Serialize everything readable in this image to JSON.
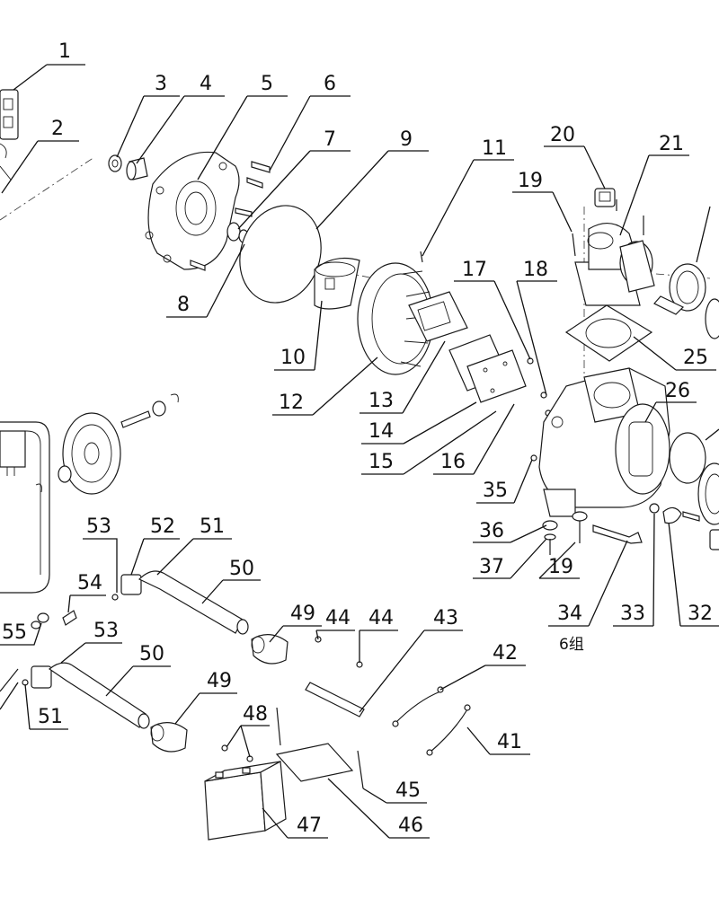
{
  "callouts": [
    "1",
    "2",
    "3",
    "4",
    "5",
    "6",
    "7",
    "8",
    "9",
    "10",
    "11",
    "12",
    "13",
    "14",
    "15",
    "16",
    "17",
    "18",
    "19",
    "20",
    "21",
    "25",
    "26",
    "32",
    "33",
    "34",
    "35",
    "36",
    "37",
    "19",
    "41",
    "42",
    "43",
    "44",
    "44",
    "45",
    "46",
    "47",
    "48",
    "49",
    "50",
    "51",
    "52",
    "53",
    "54",
    "55",
    "53",
    "50",
    "49",
    "51"
  ],
  "note": "6组"
}
